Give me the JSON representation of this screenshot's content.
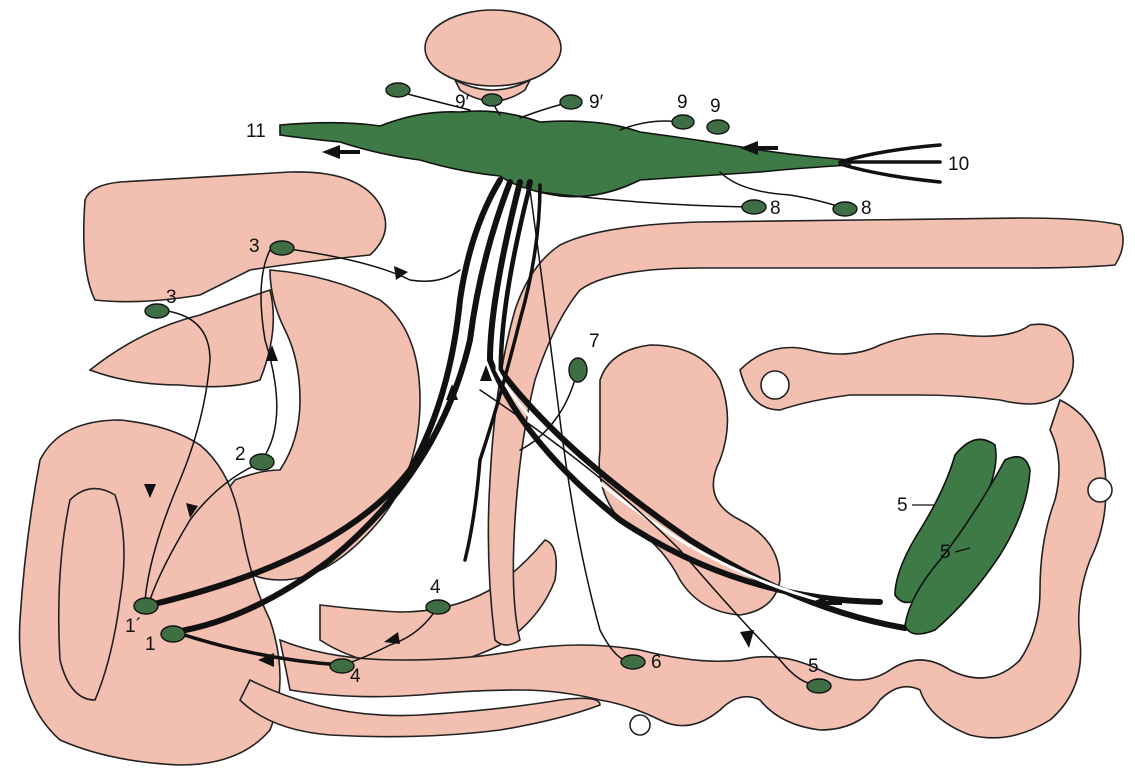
{
  "labels": {
    "l1a": "1´",
    "l1b": "1",
    "l2": "2",
    "l3a": "3",
    "l3b": "3",
    "l4a": "4",
    "l4b": "4",
    "l5a": "5",
    "l5b": "5",
    "l5c": "5",
    "l6": "6",
    "l7": "7",
    "l8a": "8",
    "l8b": "8",
    "l9a": "9",
    "l9b": "9",
    "l9c": "9′",
    "l9d": "9′",
    "l10": "10",
    "l11": "11"
  },
  "colors": {
    "organ": "#f3bfb1",
    "ganglion": "#3d7a45",
    "nerve": "#111111"
  }
}
